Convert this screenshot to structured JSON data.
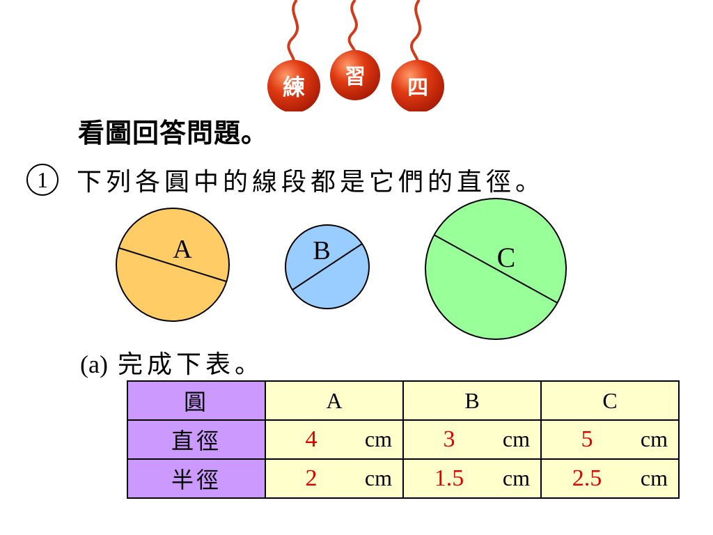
{
  "banner": {
    "chars": [
      "練",
      "習",
      "四"
    ],
    "colors": {
      "ball": "#e03a12",
      "ball_dark": "#a81b05",
      "string": "#d23a1a",
      "cap": "#9a9a9a"
    }
  },
  "instruction": "看圖回答問題。",
  "question": {
    "number": "1",
    "text": "下列各圓中的線段都是它們的直徑。"
  },
  "circles": [
    {
      "label": "A",
      "fill": "#ffcc66"
    },
    {
      "label": "B",
      "fill": "#99ccff"
    },
    {
      "label": "C",
      "fill": "#99ff99"
    }
  ],
  "sub_question": {
    "label": "(a)",
    "text": "完成下表。"
  },
  "table": {
    "header": [
      "圓",
      "A",
      "B",
      "C"
    ],
    "rows": [
      {
        "label": "直徑",
        "cells": [
          {
            "value": "4",
            "unit": "cm"
          },
          {
            "value": "3",
            "unit": "cm"
          },
          {
            "value": "5",
            "unit": "cm"
          }
        ]
      },
      {
        "label": "半徑",
        "cells": [
          {
            "value": "2",
            "unit": "cm"
          },
          {
            "value": "1.5",
            "unit": "cm"
          },
          {
            "value": "2.5",
            "unit": "cm"
          }
        ]
      }
    ],
    "colors": {
      "label_bg": "#cc99ff",
      "cell_bg": "#ffffcc",
      "answer": "#e00000"
    }
  }
}
